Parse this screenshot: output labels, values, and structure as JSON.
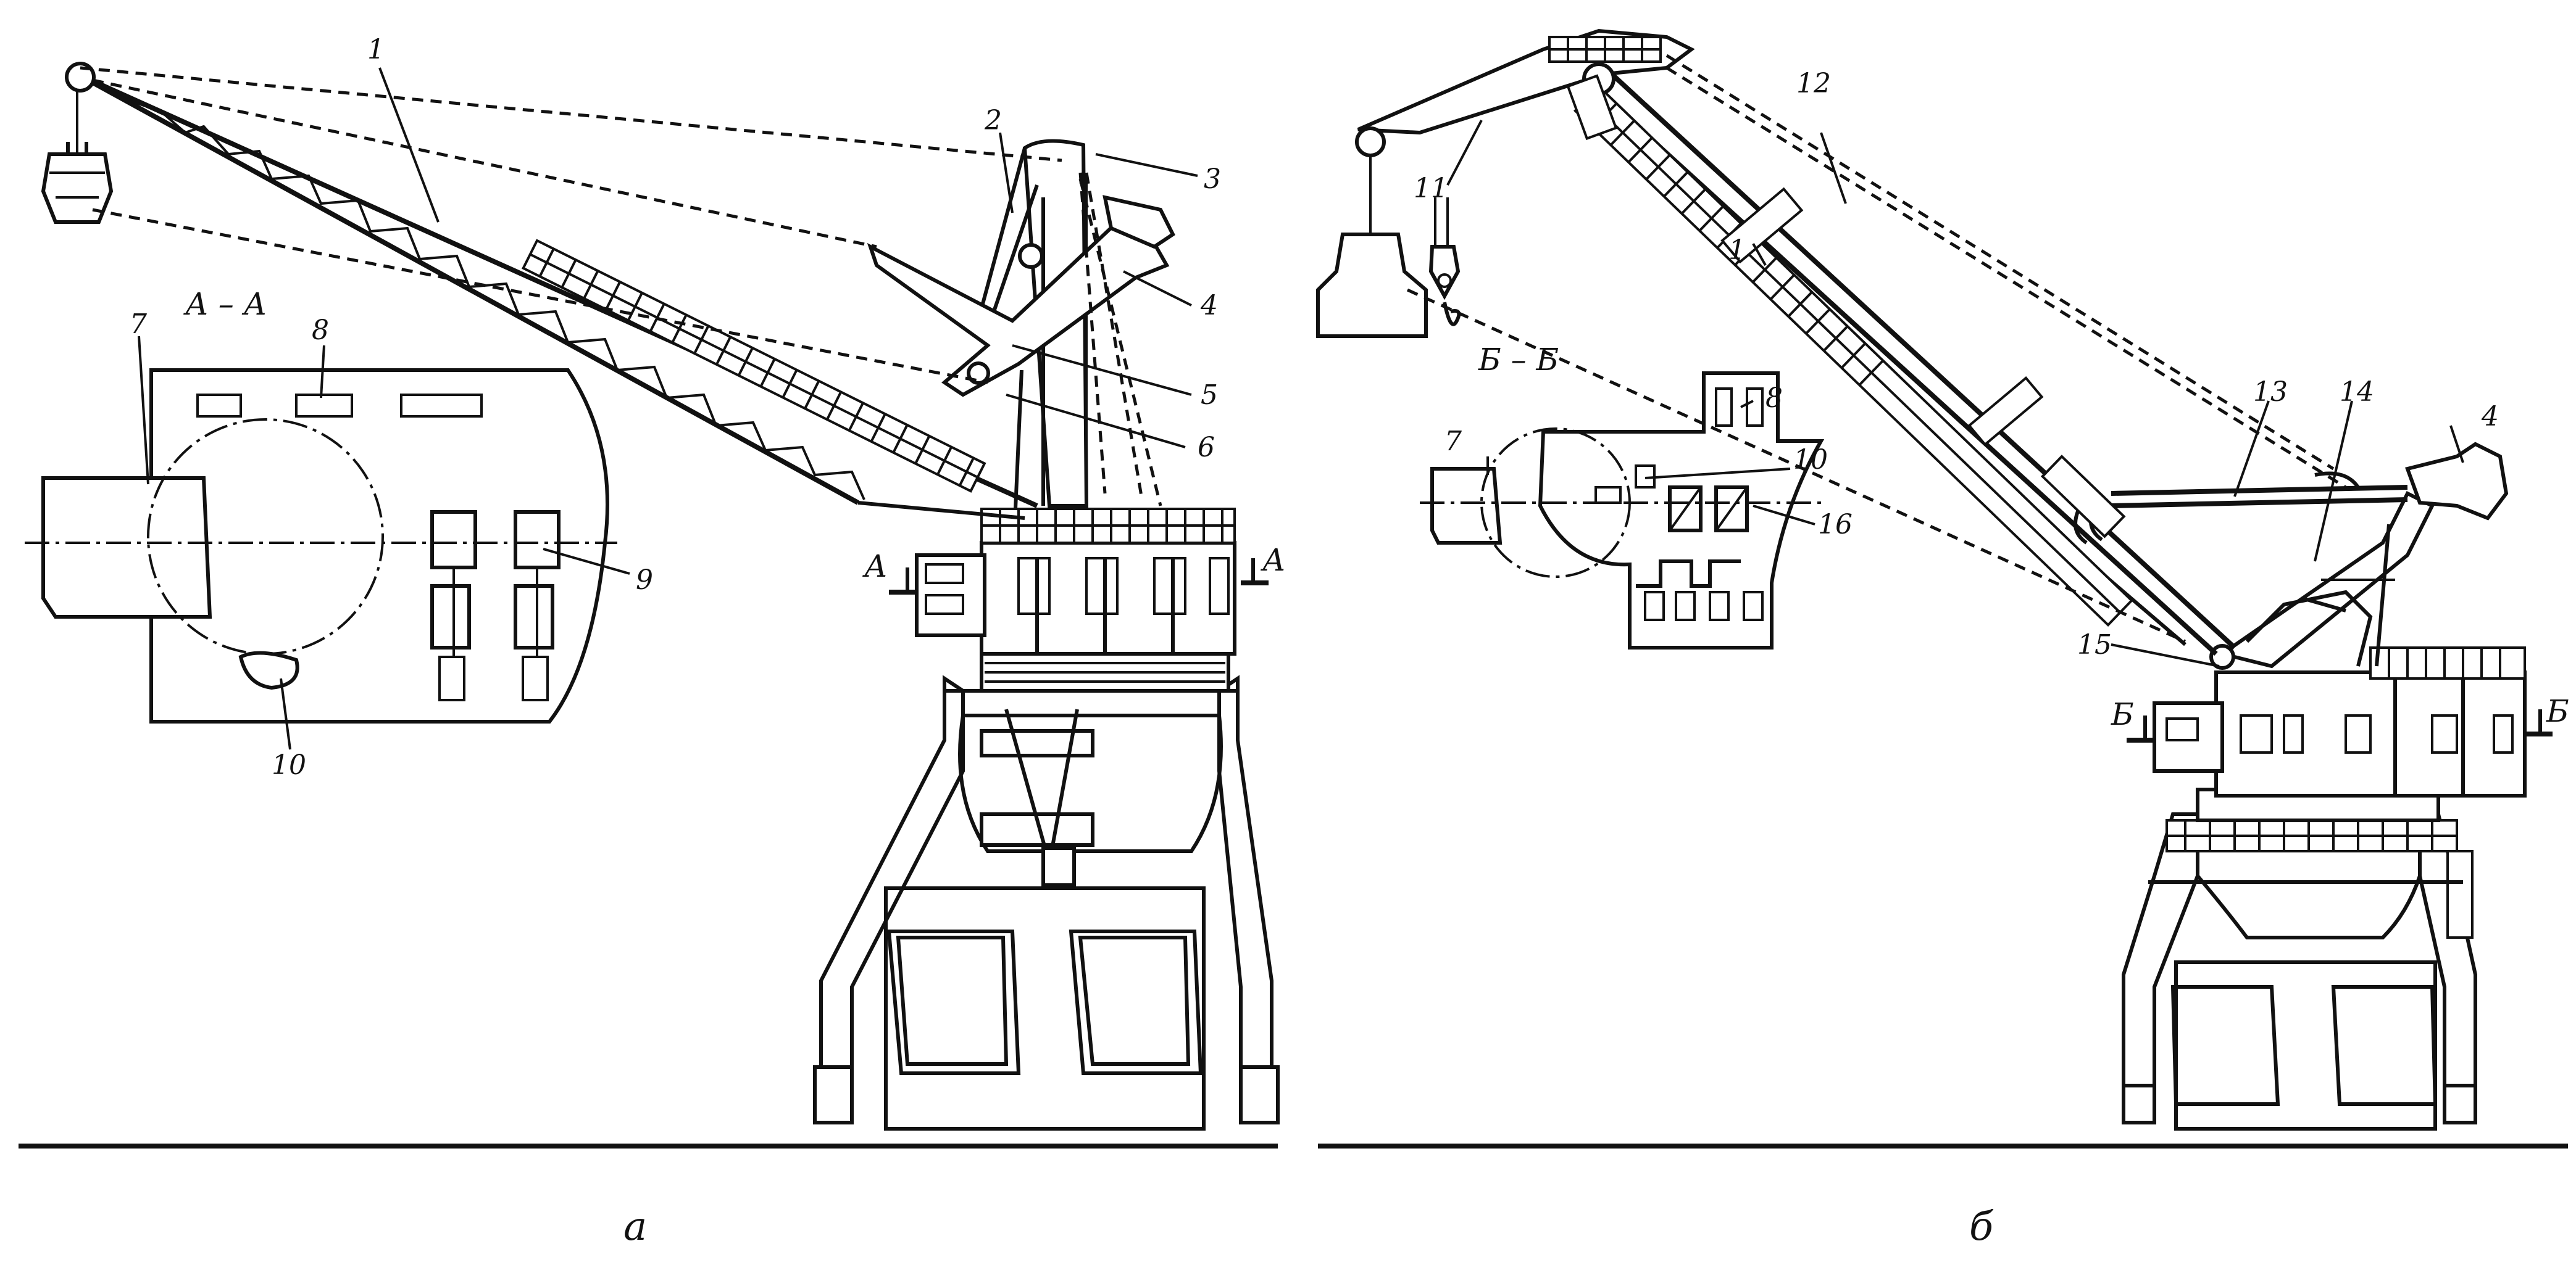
{
  "figure": {
    "left_caption": "а",
    "right_caption": "б",
    "left_section": "А – А",
    "right_section": "Б – Б",
    "left_arrow_label": "А",
    "right_arrow_label": "Б"
  },
  "left_labels": {
    "l1": "1",
    "l2": "2",
    "l3": "3",
    "l4": "4",
    "l5": "5",
    "l6": "6",
    "l7": "7",
    "l8": "8",
    "l9": "9",
    "l10": "10"
  },
  "right_labels": {
    "r1": "1",
    "r4": "4",
    "r7": "7",
    "r8": "8",
    "r10": "10",
    "r11": "11",
    "r12": "12",
    "r13": "13",
    "r14": "14",
    "r15": "15",
    "r16": "16"
  }
}
